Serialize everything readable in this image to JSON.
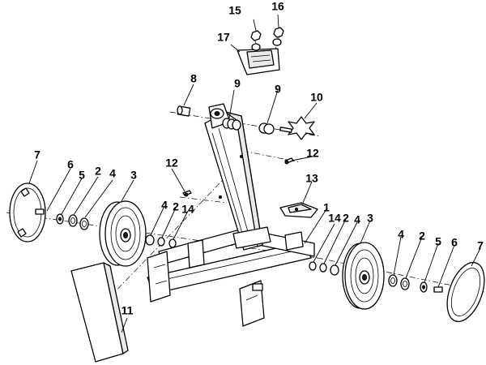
{
  "callouts": {
    "c1": "1",
    "c2_left_a": "2",
    "c2_left_b": "2",
    "c2_right_a": "2",
    "c2_right_b": "2",
    "c3_left": "3",
    "c3_right": "3",
    "c4_left_a": "4",
    "c4_left_b": "4",
    "c4_right_a": "4",
    "c4_right_b": "4",
    "c5_left": "5",
    "c5_right": "5",
    "c6_left": "6",
    "c6_right": "6",
    "c7_left": "7",
    "c7_right": "7",
    "c8": "8",
    "c9_a": "9",
    "c9_b": "9",
    "c10": "10",
    "c11": "11",
    "c12_a": "12",
    "c12_b": "12",
    "c13": "13",
    "c14_left": "14",
    "c14_right": "14",
    "c15": "15",
    "c16": "16",
    "c17": "17"
  }
}
